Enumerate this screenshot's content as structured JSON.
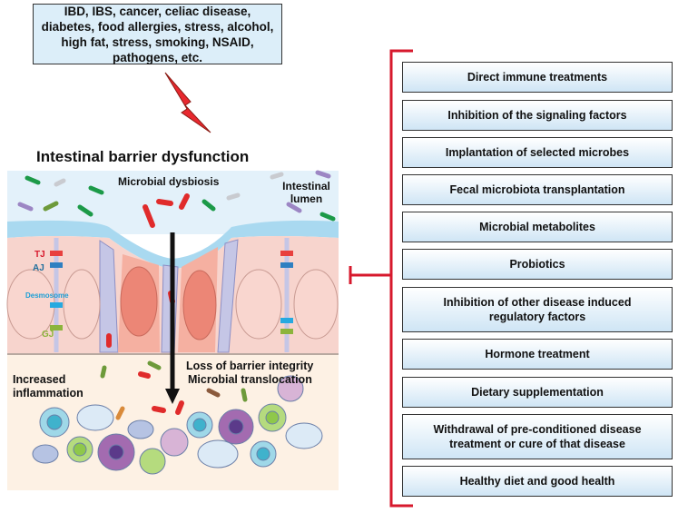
{
  "trigger_text": "IBD, IBS, cancer, celiac disease, diabetes, food allergies, stress, alcohol, high fat, stress, smoking, NSAID, pathogens, etc.",
  "title": "Intestinal barrier dysfunction",
  "labels": {
    "dysbiosis": "Microbial dysbiosis",
    "lumen": "Intestinal lumen",
    "tj": "TJ",
    "aj": "AJ",
    "desmosome": "Desmosome",
    "gj": "GJ",
    "inflammation": "Increased inflammation",
    "loss": "Loss of barrier integrity",
    "translocation": "Microbial translocation"
  },
  "treatments": [
    "Direct immune treatments",
    "Inhibition of the signaling factors",
    "Implantation of selected microbes",
    "Fecal microbiota transplantation",
    "Microbial metabolites",
    "Probiotics",
    "Inhibition of other disease induced regulatory factors",
    "Hormone treatment",
    "Dietary supplementation",
    "Withdrawal of pre-conditioned disease treatment or cure of that disease",
    "Healthy diet and good health"
  ],
  "colors": {
    "inhibit": "#d7192d",
    "lumen": "#dceef9",
    "cell": "#f6cfc8",
    "lamina": "#fdf1e4"
  }
}
